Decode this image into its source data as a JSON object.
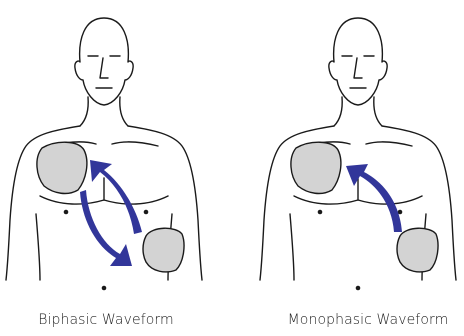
{
  "figures": [
    {
      "caption": "Biphasic Waveform",
      "pad_color": "#d3d3d3",
      "arrow_color": "#32369a",
      "arrow_style": "double-curved-arrows"
    },
    {
      "caption": "Monophasic Waveform",
      "pad_color": "#d3d3d3",
      "arrow_color": "#32369a",
      "arrow_style": "single-curved-arrow"
    }
  ],
  "colors": {
    "outline": "#1a1a1a",
    "background": "#ffffff"
  }
}
